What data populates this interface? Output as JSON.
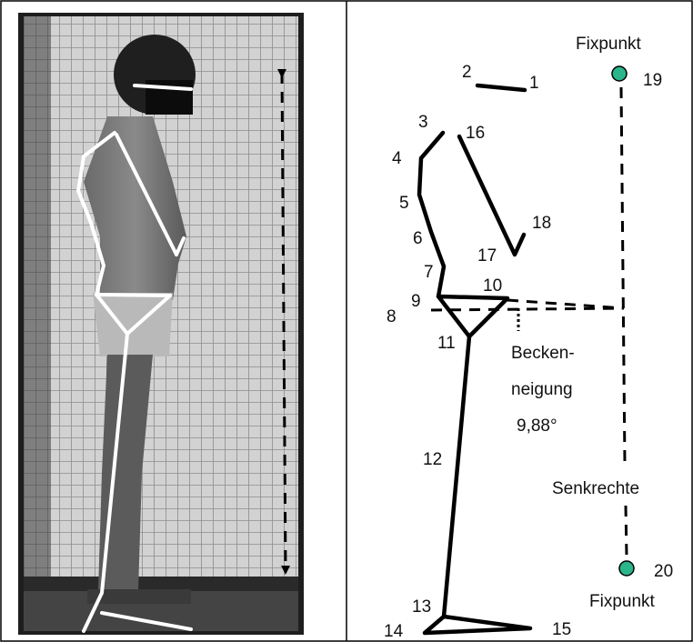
{
  "points": [
    {
      "id": "p1",
      "label": "1"
    },
    {
      "id": "p2",
      "label": "2"
    },
    {
      "id": "p3",
      "label": "3"
    },
    {
      "id": "p4",
      "label": "4"
    },
    {
      "id": "p5",
      "label": "5"
    },
    {
      "id": "p6",
      "label": "6"
    },
    {
      "id": "p7",
      "label": "7"
    },
    {
      "id": "p8",
      "label": "8"
    },
    {
      "id": "p9",
      "label": "9"
    },
    {
      "id": "p10",
      "label": "10"
    },
    {
      "id": "p11",
      "label": "11"
    },
    {
      "id": "p12",
      "label": "12"
    },
    {
      "id": "p13",
      "label": "13"
    },
    {
      "id": "p14",
      "label": "14"
    },
    {
      "id": "p15",
      "label": "15"
    },
    {
      "id": "p16",
      "label": "16"
    },
    {
      "id": "p17",
      "label": "17"
    },
    {
      "id": "p18",
      "label": "18"
    },
    {
      "id": "p19",
      "label": "19"
    },
    {
      "id": "p20",
      "label": "20"
    }
  ],
  "fixpoint_top": "Fixpunkt",
  "fixpoint_bottom": "Fixpunkt",
  "pelvis_label_line1": "Becken-",
  "pelvis_label_line2": "neigung",
  "pelvis_angle": "9,88°",
  "vertical_label": "Senkrechte",
  "colors": {
    "fixpoint_fill": "#2bb58a",
    "skeleton_photo": "#ffffff",
    "skeleton_diagram": "#000000"
  }
}
